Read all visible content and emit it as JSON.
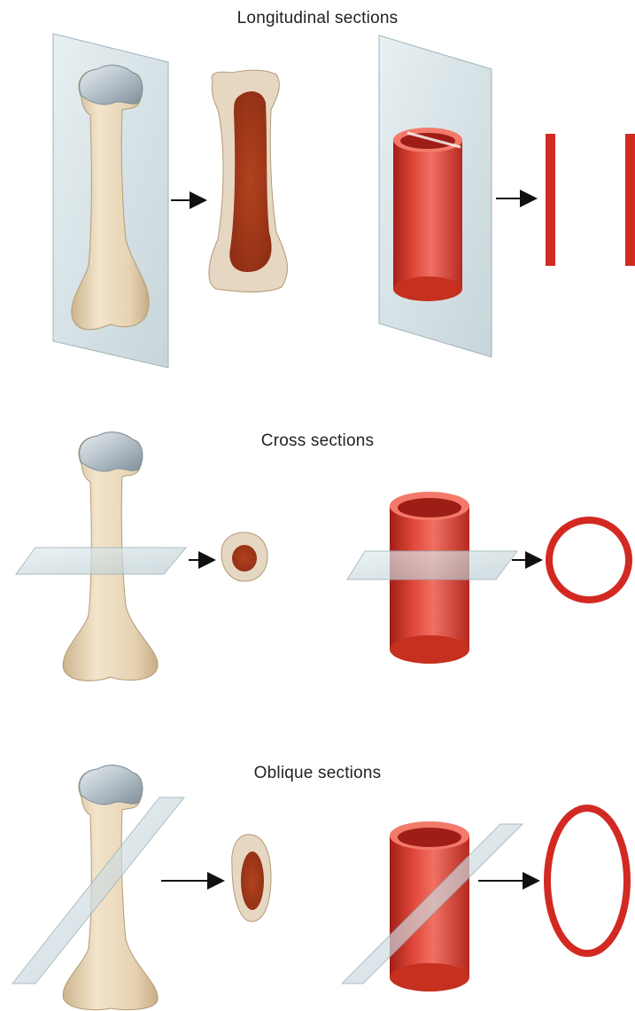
{
  "panels": {
    "longitudinal": {
      "title": "Longitudinal sections"
    },
    "cross": {
      "title": "Cross sections"
    },
    "oblique": {
      "title": "Oblique sections"
    }
  },
  "colors": {
    "bone": "#ead9bd",
    "bone_shade": "#cdb58f",
    "cartilage": "#b9c4cc",
    "marrow": "#a83a1c",
    "cortex": "#e6d7c2",
    "tube": "#d6392b",
    "tube_dark": "#9e1e17",
    "glass": "#c9d8dc",
    "section_red": "#d22a22",
    "arrow": "#111111"
  }
}
